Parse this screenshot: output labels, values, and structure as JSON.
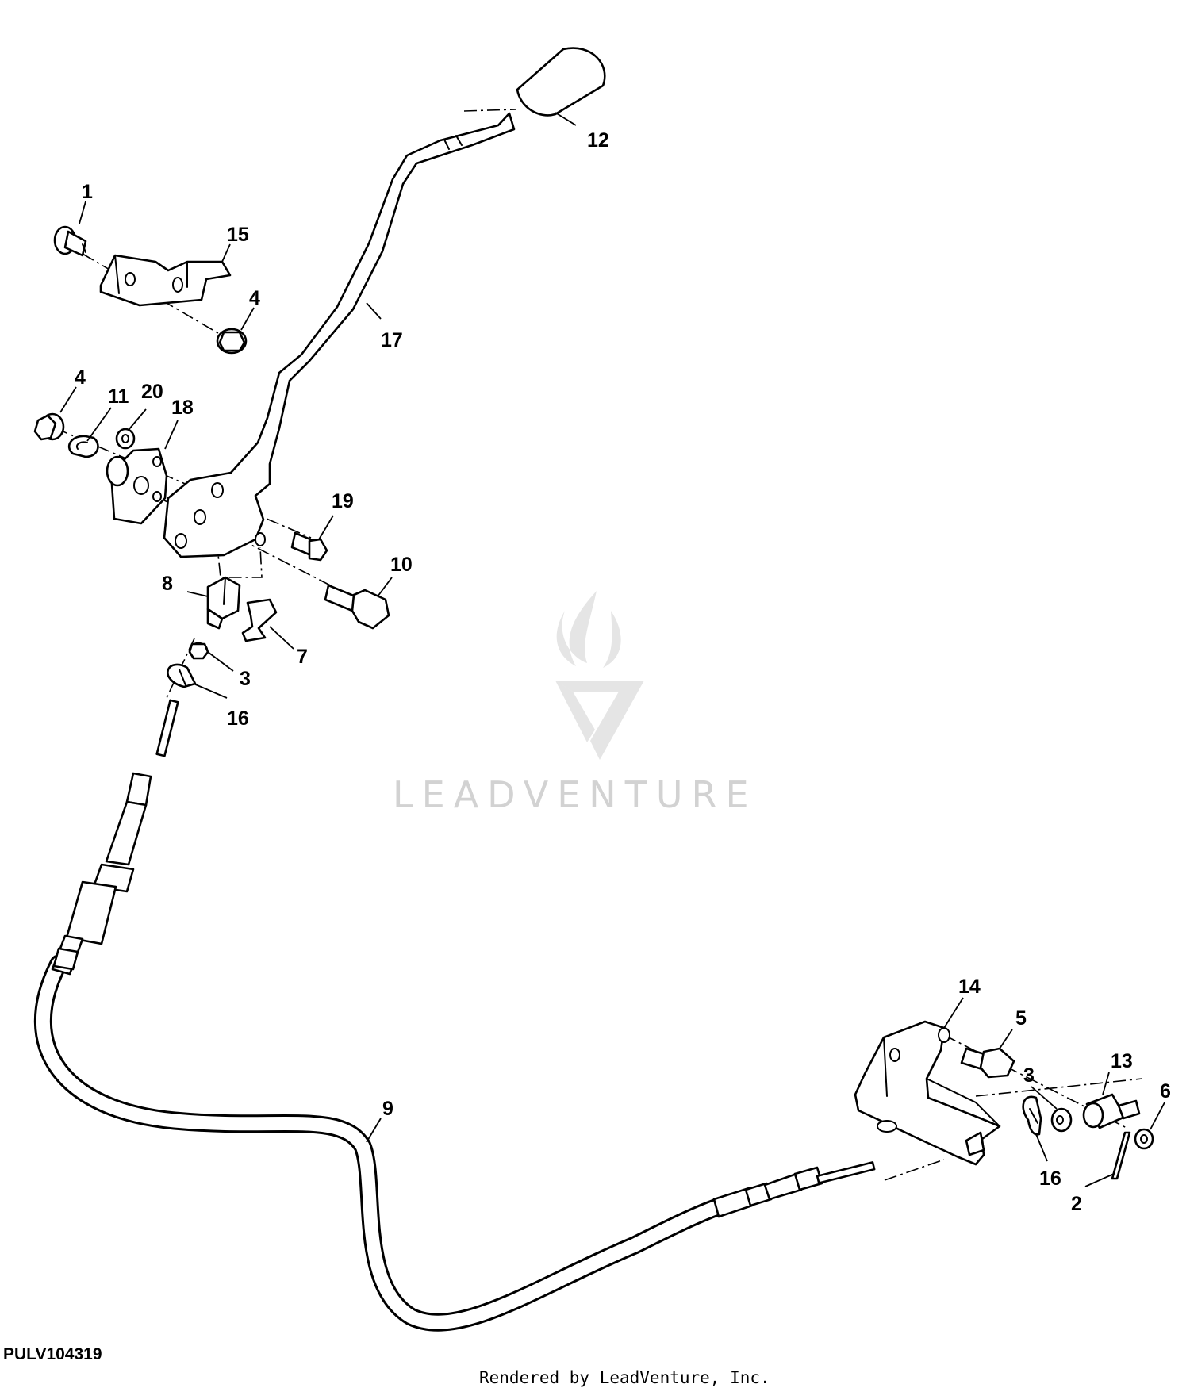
{
  "figure_id": "PULV104319",
  "credit": "Rendered by LeadVenture, Inc.",
  "watermark": {
    "brand": "LEADVENTURE",
    "icon": "flame-v-logo-icon"
  },
  "callouts": [
    {
      "id": "c1",
      "label": "1"
    },
    {
      "id": "c15",
      "label": "15"
    },
    {
      "id": "c4a",
      "label": "4"
    },
    {
      "id": "c12",
      "label": "12"
    },
    {
      "id": "c17",
      "label": "17"
    },
    {
      "id": "c4b",
      "label": "4"
    },
    {
      "id": "c11",
      "label": "11"
    },
    {
      "id": "c20",
      "label": "20"
    },
    {
      "id": "c18",
      "label": "18"
    },
    {
      "id": "c19",
      "label": "19"
    },
    {
      "id": "c10",
      "label": "10"
    },
    {
      "id": "c8",
      "label": "8"
    },
    {
      "id": "c7",
      "label": "7"
    },
    {
      "id": "c3a",
      "label": "3"
    },
    {
      "id": "c16a",
      "label": "16"
    },
    {
      "id": "c9",
      "label": "9"
    },
    {
      "id": "c14",
      "label": "14"
    },
    {
      "id": "c5",
      "label": "5"
    },
    {
      "id": "c3b",
      "label": "3"
    },
    {
      "id": "c13",
      "label": "13"
    },
    {
      "id": "c6",
      "label": "6"
    },
    {
      "id": "c16b",
      "label": "16"
    },
    {
      "id": "c2",
      "label": "2"
    }
  ]
}
